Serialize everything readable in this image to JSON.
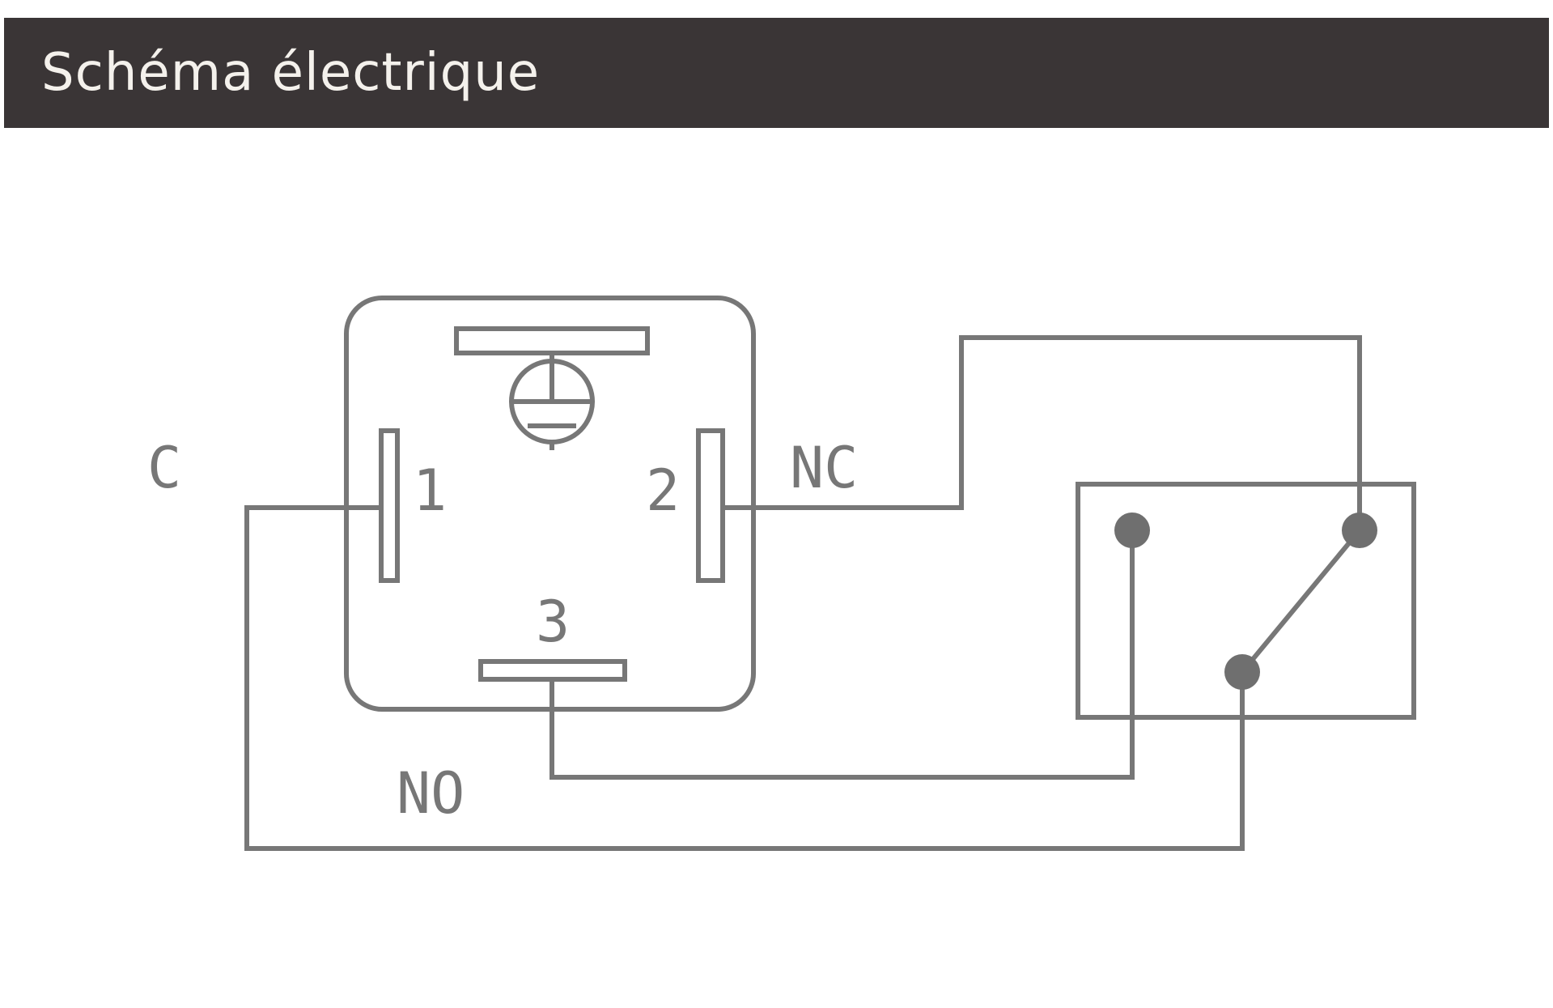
{
  "header": {
    "title": "Schéma électrique"
  },
  "diagram": {
    "labels": {
      "common": "C",
      "normally_closed": "NC",
      "normally_open": "NO",
      "terminal_1": "1",
      "terminal_2": "2",
      "terminal_3": "3"
    },
    "icons": {
      "ground": "ground-icon",
      "switch": "changeover-switch-icon"
    }
  },
  "colors": {
    "header_bg": "#3a3536",
    "header_text": "#f4f1ec",
    "line": "#777777",
    "dot": "#6f6f6f"
  }
}
